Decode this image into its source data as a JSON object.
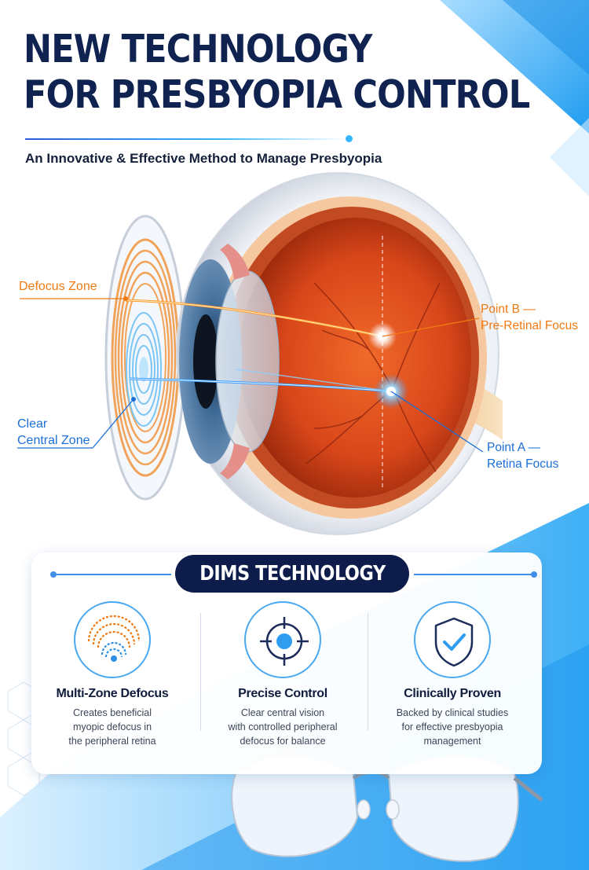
{
  "header": {
    "title_line1": "NEW TECHNOLOGY",
    "title_line2": "FOR PRESBYOPIA CONTROL",
    "subtitle": "An Innovative & Effective Method to Manage Presbyopia"
  },
  "diagram": {
    "defocus_zone": "Defocus Zone",
    "clear_line1": "Clear",
    "clear_line2": "Central Zone",
    "point_b_line1": "Point B —",
    "point_b_line2": "Pre-Retinal Focus",
    "point_a_line1": "Point A —",
    "point_a_line2": "Retina Focus"
  },
  "dims": {
    "badge": "DIMS TECHNOLOGY",
    "features": [
      {
        "icon": "concentric-rings-icon",
        "title": "Multi-Zone Defocus",
        "desc": [
          "Creates beneficial",
          "myopic defocus in",
          "the peripheral retina"
        ]
      },
      {
        "icon": "crosshair-target-icon",
        "title": "Precise Control",
        "desc": [
          "Clear central vision",
          "with controlled peripheral",
          "defocus for balance"
        ]
      },
      {
        "icon": "shield-check-icon",
        "title": "Clinically Proven",
        "desc": [
          "Backed by clinical studies",
          "for effective presbyopia",
          "management"
        ]
      }
    ]
  },
  "colors": {
    "navy": "#0f2250",
    "accent_blue": "#36b6ff",
    "orange": "#f07a12",
    "link_blue": "#1c6fd8"
  }
}
